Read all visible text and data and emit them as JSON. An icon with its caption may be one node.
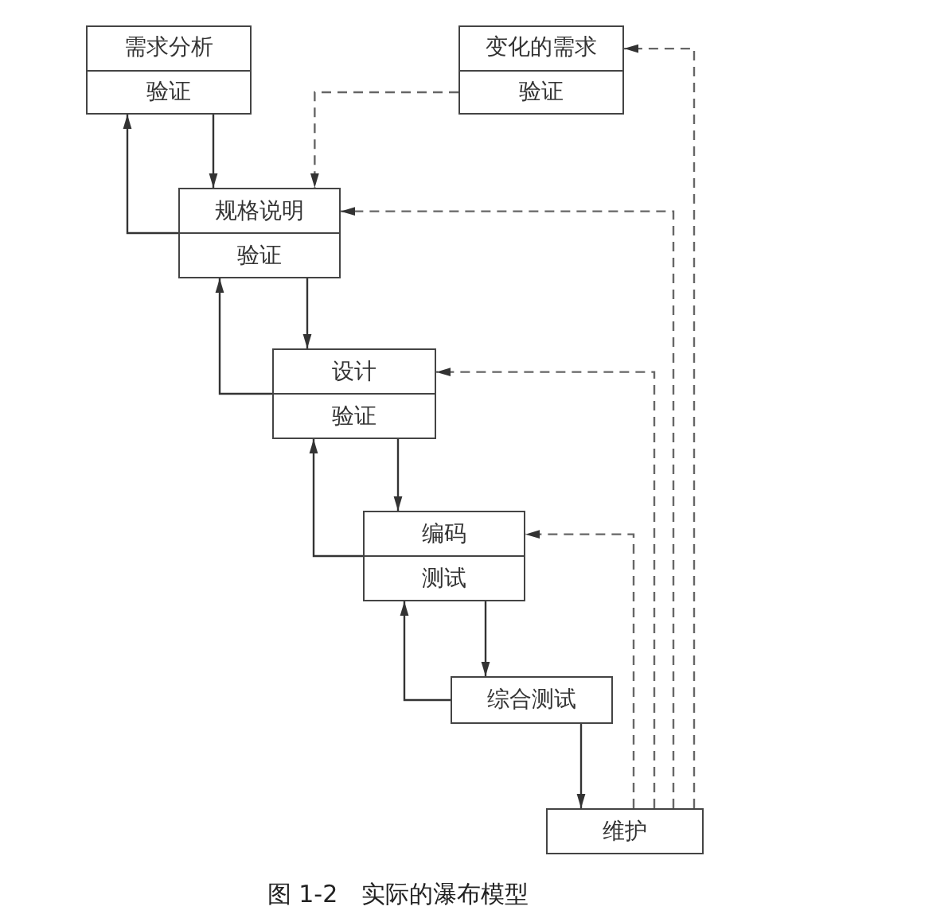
{
  "diagram": {
    "caption": "图 1-2　实际的瀑布模型",
    "nodes": [
      {
        "text": [
          "需求分析",
          "验证"
        ]
      },
      {
        "text": [
          "变化的需求",
          "验证"
        ]
      },
      {
        "text": [
          "规格说明",
          "验证"
        ]
      },
      {
        "text": [
          "设计",
          "验证"
        ]
      },
      {
        "text": [
          "编码",
          "测试"
        ]
      },
      {
        "text": [
          "综合测试"
        ]
      },
      {
        "text": [
          "维护"
        ]
      }
    ],
    "edges": [
      {
        "from": 0,
        "to": 2,
        "arrow": "to"
      },
      {
        "from": 2,
        "to": 0,
        "arrow": "to"
      },
      {
        "from": 1,
        "to": 2,
        "arrow": "to",
        "style": "dashed"
      },
      {
        "from": 2,
        "to": 3,
        "arrow": "to"
      },
      {
        "from": 3,
        "to": 2,
        "arrow": "to"
      },
      {
        "from": 3,
        "to": 4,
        "arrow": "to"
      },
      {
        "from": 4,
        "to": 3,
        "arrow": "to"
      },
      {
        "from": 4,
        "to": 5,
        "arrow": "to"
      },
      {
        "from": 5,
        "to": 4,
        "arrow": "to"
      },
      {
        "from": 5,
        "to": 6,
        "arrow": "to"
      },
      {
        "from": 6,
        "to": 4,
        "arrow": "to",
        "style": "dashed"
      },
      {
        "from": 6,
        "to": 3,
        "arrow": "to",
        "style": "dashed"
      },
      {
        "from": 6,
        "to": 2,
        "arrow": "to",
        "style": "dashed"
      },
      {
        "from": 6,
        "to": 1,
        "arrow": "to",
        "style": "dashed"
      }
    ]
  }
}
